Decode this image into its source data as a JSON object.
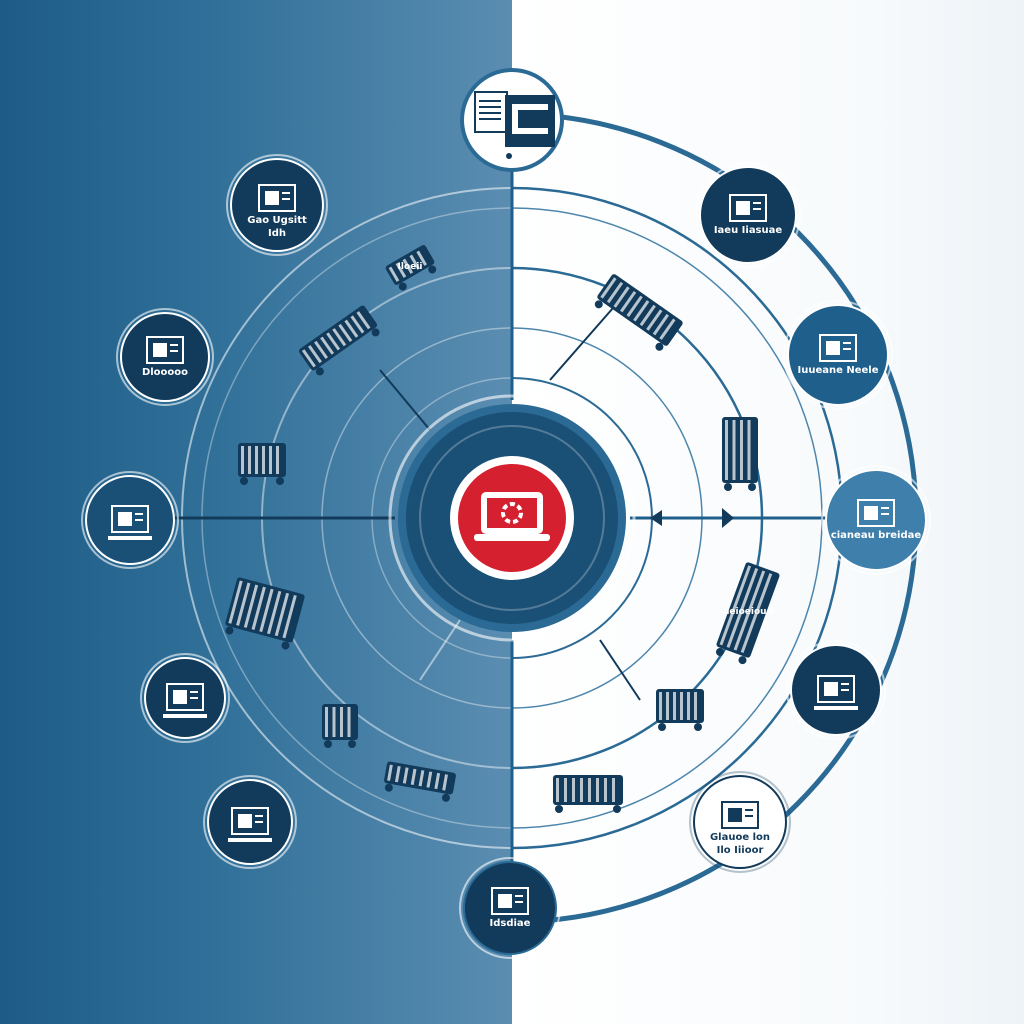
{
  "colors": {
    "dark_navy": "#123a5a",
    "mid_blue": "#1f5f8b",
    "light_blue": "#3f7fab",
    "ring_blue": "#2a6a95",
    "accent_red": "#d5202f",
    "white": "#ffffff"
  },
  "center": {
    "icon": "laptop-gear-icon"
  },
  "top_node": {
    "icon": "document-icon"
  },
  "nodes": [
    {
      "id": "n1",
      "label_line1": "Gao Ugsitt",
      "label_line2": "Idh",
      "icon": "monitor-icon",
      "interactable": true
    },
    {
      "id": "n2",
      "label_line1": "Dlooooo",
      "label_line2": "",
      "icon": "workstation-icon",
      "interactable": true
    },
    {
      "id": "n3",
      "label_line1": "",
      "label_line2": "",
      "icon": "server-rack-icon",
      "interactable": true
    },
    {
      "id": "n4",
      "label_line1": "",
      "label_line2": "",
      "icon": "dashboard-icon",
      "interactable": true
    },
    {
      "id": "n5",
      "label_line1": "",
      "label_line2": "",
      "icon": "globe-icon",
      "interactable": true
    },
    {
      "id": "n6",
      "label_line1": "Idsdiae",
      "label_line2": "",
      "icon": "network-icon",
      "interactable": true
    },
    {
      "id": "n7",
      "label_line1": "Iaeu Iiasuae",
      "label_line2": "",
      "icon": "factory-icon",
      "interactable": true
    },
    {
      "id": "n8",
      "label_line1": "Iuueane Neele",
      "label_line2": "",
      "icon": "warehouse-icon",
      "interactable": true
    },
    {
      "id": "n9",
      "label_line1": "cianeau breidae",
      "label_line2": "",
      "icon": "lab-icon",
      "interactable": true
    },
    {
      "id": "n10",
      "label_line1": "",
      "label_line2": "",
      "icon": "office-icon",
      "interactable": true
    },
    {
      "id": "n11",
      "label_line1": "Glauoe lon",
      "label_line2": "Ilo Iiioor",
      "icon": "mountain-icon",
      "interactable": true
    }
  ],
  "inner_items": [
    {
      "id": "i1",
      "label": "Iloeii",
      "icon": "machine-icon"
    },
    {
      "id": "i2",
      "label": "",
      "icon": "conveyor-icon"
    },
    {
      "id": "i3",
      "label": "",
      "icon": "robot-arm-icon"
    },
    {
      "id": "i4",
      "label": "",
      "icon": "crane-icon"
    },
    {
      "id": "i5",
      "label": "",
      "icon": "gear-cluster-icon"
    },
    {
      "id": "i6",
      "label": "",
      "icon": "truck-icon"
    },
    {
      "id": "i7",
      "label": "",
      "icon": "drill-icon"
    },
    {
      "id": "i8",
      "label": "",
      "icon": "press-icon"
    },
    {
      "id": "i9",
      "label": "Iieioeioud",
      "icon": "excavator-icon"
    },
    {
      "id": "i10",
      "label": "",
      "icon": "tank-icon"
    },
    {
      "id": "i11",
      "label": "",
      "icon": "pipeline-icon"
    }
  ]
}
